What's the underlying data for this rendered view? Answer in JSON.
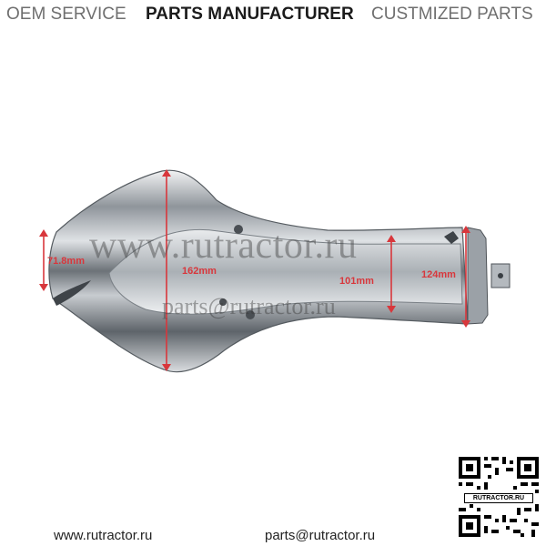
{
  "header": {
    "left": "OEM SERVICE",
    "center": "PARTS MANUFACTURER",
    "right": "CUSTMIZED PARTS"
  },
  "dimensions": {
    "d1": "71.8mm",
    "d2": "162mm",
    "d3": "101mm",
    "d4": "124mm"
  },
  "watermarks": {
    "site": "www.rutractor.ru",
    "email": "parts@rutractor.ru"
  },
  "qr": {
    "label": "RUTRACTOR.RU"
  },
  "footer": {
    "website": "www.rutractor.ru",
    "email": "parts@rutractor.ru"
  },
  "colors": {
    "dimension": "#d8373c",
    "metal": "#9aa0a6"
  }
}
